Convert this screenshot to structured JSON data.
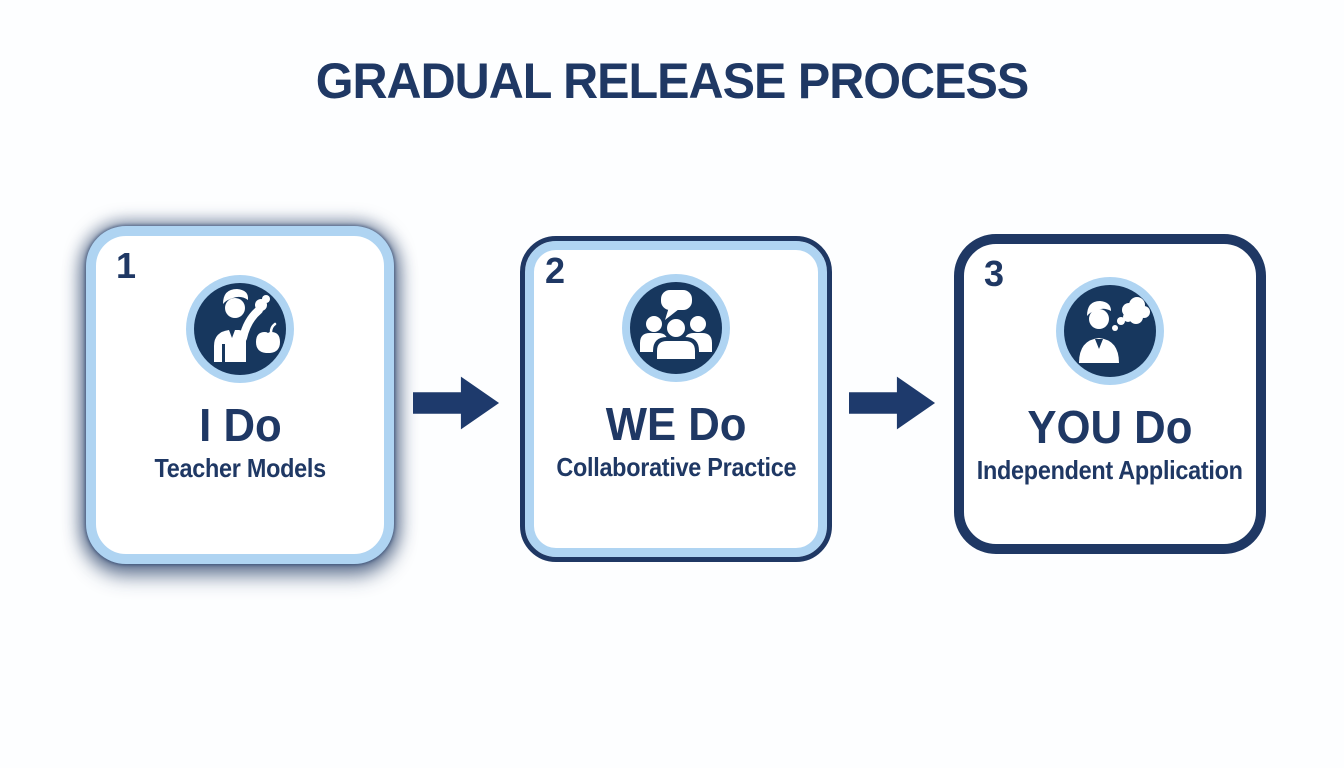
{
  "title": "GRADUAL RELEASE PROCESS",
  "colors": {
    "navy_text": "#1f3864",
    "icon_circle_navy": "#17375e",
    "light_blue": "#afd4f2",
    "background": "#fdfeff"
  },
  "steps": [
    {
      "number": "1",
      "heading": "I Do",
      "subtitle": "Teacher Models",
      "icon": "teacher-models-icon"
    },
    {
      "number": "2",
      "heading": "WE Do",
      "subtitle": "Collaborative Practice",
      "icon": "collaborative-group-icon"
    },
    {
      "number": "3",
      "heading": "YOU Do",
      "subtitle": "Independent Application",
      "icon": "independent-thinker-icon"
    }
  ],
  "arrows": [
    "right-arrow-icon",
    "right-arrow-icon"
  ]
}
